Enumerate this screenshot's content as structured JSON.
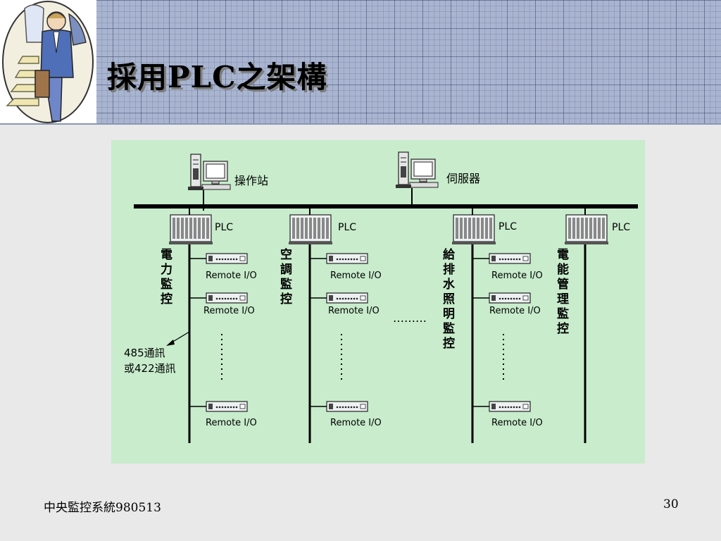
{
  "slide": {
    "title": "採用PLC之架構",
    "footer_left": "中央監控系統980513",
    "page_number": "30"
  },
  "diagram": {
    "top_nodes": [
      {
        "label": "操作站",
        "icon": "computer-icon"
      },
      {
        "label": "伺服器",
        "icon": "computer-icon"
      }
    ],
    "plc_label": "PLC",
    "remote_io_label": "Remote I/O",
    "branch_labels": [
      "電力監控",
      "空調監控",
      "給排水照明監控",
      "電能管理監控"
    ],
    "bus_annotation": [
      "485通訊",
      "或422通訊"
    ],
    "ellipsis": "………",
    "colors": {
      "background": "#c8eccc",
      "lines": "#000000"
    }
  }
}
